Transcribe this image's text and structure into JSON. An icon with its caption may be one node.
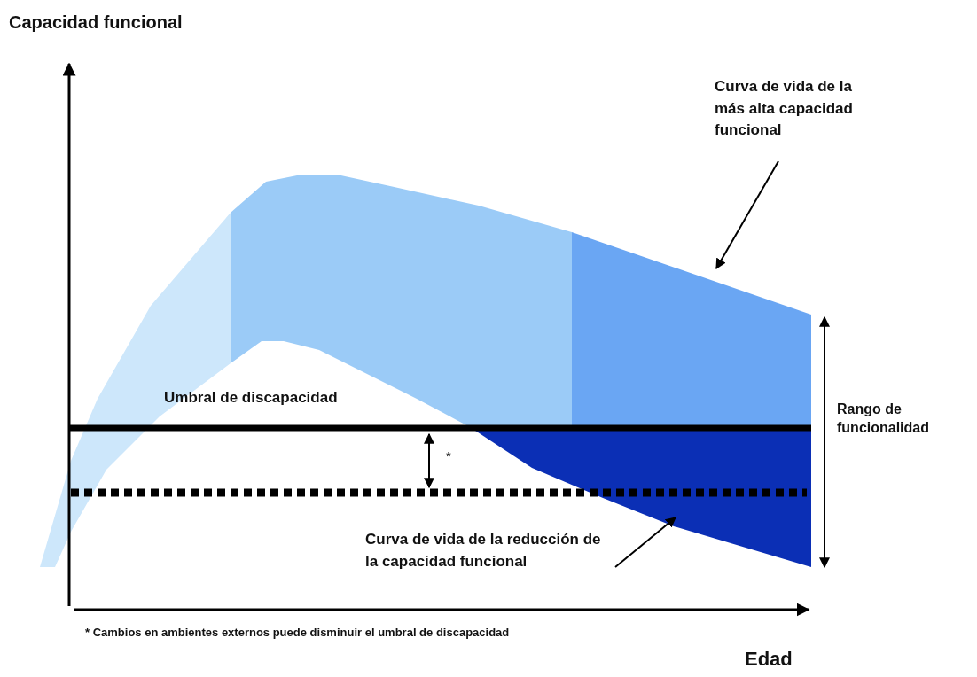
{
  "diagram": {
    "nodes": [
      {
        "text": [
          "Curva de vida de la más alta capacidad funcional"
        ]
      },
      {
        "text": [
          "Curva de vida de la reducción de la capacidad funcional"
        ]
      }
    ],
    "edges": [
      {
        "from": 0,
        "to": null,
        "arrow": "to"
      },
      {
        "from": 1,
        "to": null,
        "arrow": "to"
      }
    ],
    "labels": [
      "Capacidad funcional",
      "Umbral de discapacidad",
      "*",
      "Rango de funcionalidad",
      "* Cambios en ambientes externos puede disminuir el umbral de discapacidad",
      "Edad"
    ]
  }
}
